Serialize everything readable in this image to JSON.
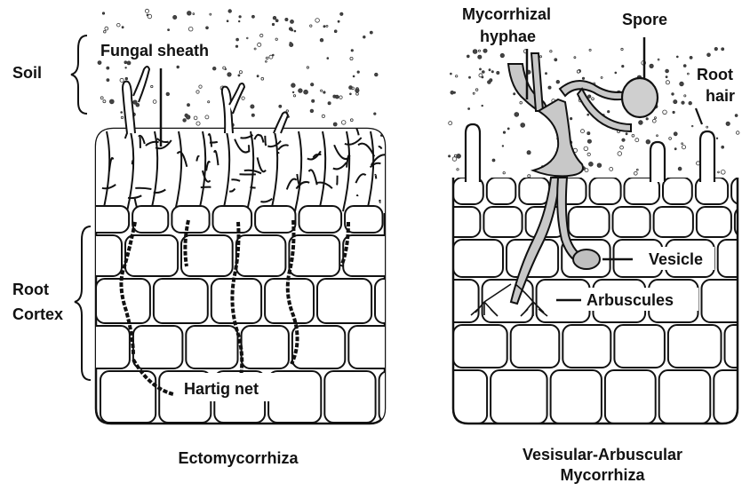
{
  "diagram": {
    "left_panel": {
      "caption": "Ectomycorrhiza",
      "labels": {
        "soil": "Soil",
        "fungal_sheath": "Fungal sheath",
        "root_cortex_line1": "Root",
        "root_cortex_line2": "Cortex",
        "hartig_net": "Hartig net"
      }
    },
    "right_panel": {
      "caption_line1": "Vesisular-Arbuscular",
      "caption_line2": "Mycorrhiza",
      "labels": {
        "mycorrhizal_hyphae_line1": "Mycorrhizal",
        "mycorrhizal_hyphae_line2": "hyphae",
        "spore": "Spore",
        "root_hair_line1": "Root",
        "root_hair_line2": "hair",
        "vesicle": "Vesicle",
        "arbuscules": "Arbuscules"
      }
    }
  },
  "colors": {
    "ink": "#111111",
    "background": "#ffffff",
    "stipple": "#555555"
  }
}
